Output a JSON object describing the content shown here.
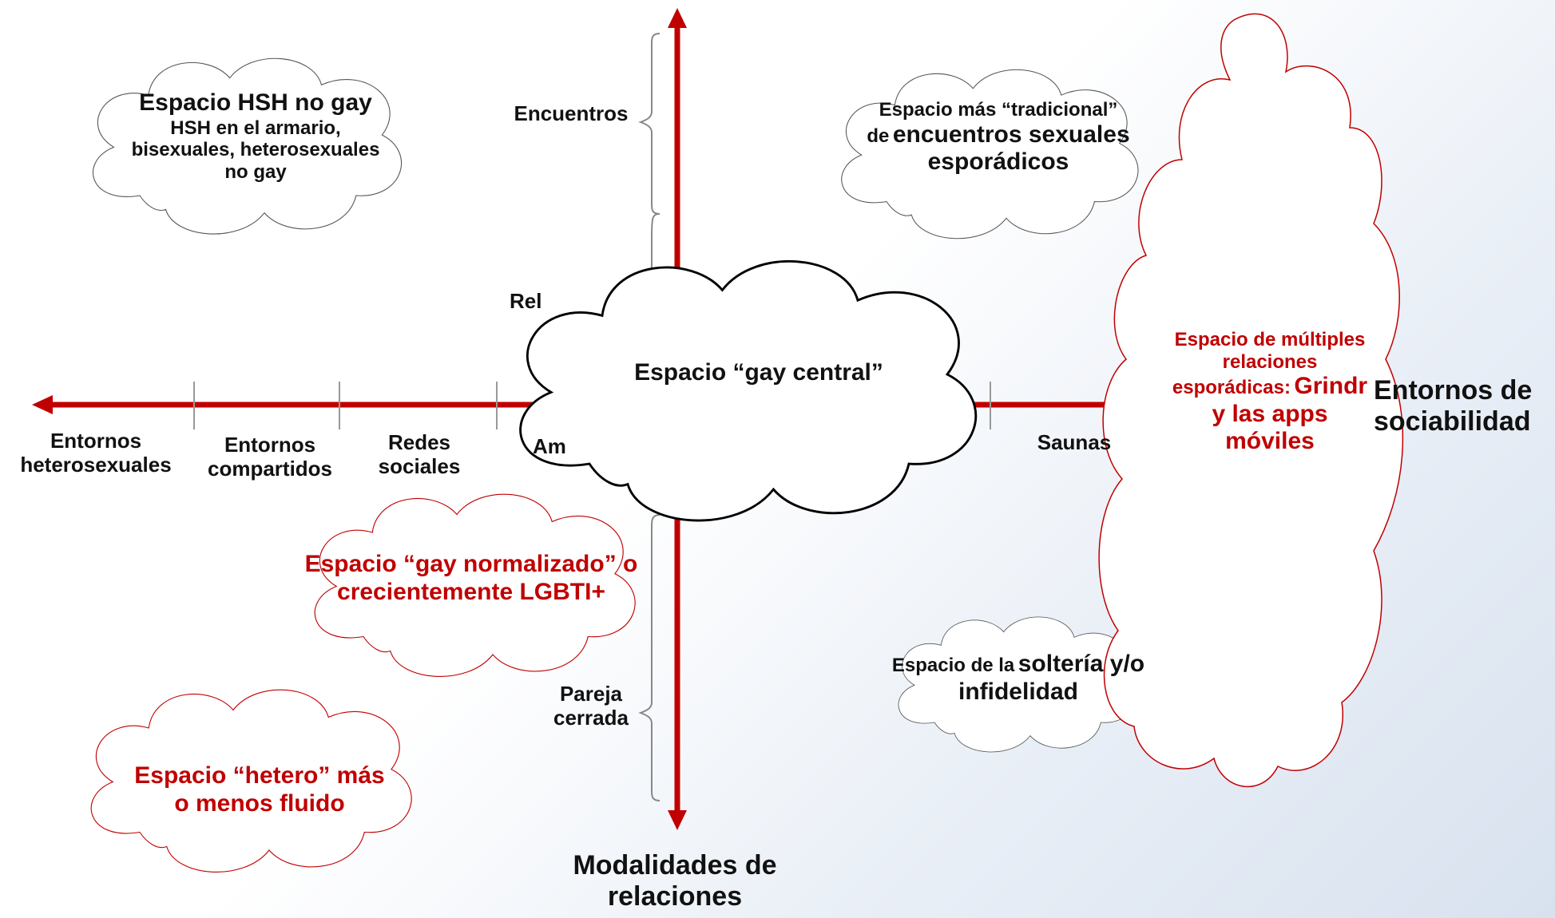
{
  "colors": {
    "axis": "#c00000",
    "red_text": "#c00000",
    "black_text": "#111111"
  },
  "x_axis": {
    "title_line1": "Entornos de",
    "title_line2": "sociabilidad",
    "ticks": [
      {
        "line1": "Entornos",
        "line2": "heterosexuales"
      },
      {
        "line1": "Entornos",
        "line2": "compartidos"
      },
      {
        "line1": "Redes",
        "line2": "sociales"
      },
      {
        "line1": "Am",
        "line2": ""
      },
      {
        "line1": "Saunas",
        "line2": ""
      }
    ]
  },
  "y_axis": {
    "title_line1": "Modalidades de",
    "title_line2": "relaciones",
    "ticks": [
      {
        "line1": "Encuentros",
        "line2": ""
      },
      {
        "line1": "Rel",
        "line2": ""
      },
      {
        "line1": "Pareja",
        "line2": "cerrada"
      }
    ]
  },
  "clouds": {
    "hsh": {
      "title": "Espacio HSH no gay",
      "line1": "HSH en el armario,",
      "line2": "bisexuales, heterosexuales",
      "line3": "no gay"
    },
    "tradicional": {
      "prefix": "Espacio más “tradicional”",
      "de": "de",
      "emph": "encuentros sexuales",
      "line3": "esporádicos"
    },
    "central": {
      "text": "Espacio “gay central”"
    },
    "apps": {
      "line1": "Espacio de múltiples",
      "line2": "relaciones",
      "line3a": "esporádicas:",
      "line3b": "Grindr",
      "line4": "y las apps",
      "line5": "móviles"
    },
    "normalizado": {
      "line1": "Espacio “gay normalizado” o",
      "line2": "crecientemente LGBTI+"
    },
    "solteria": {
      "prefix": "Espacio de la",
      "emph": "soltería y/o",
      "line2": "infidelidad"
    },
    "hetero": {
      "line1": "Espacio “hetero” más",
      "line2": "o menos fluido"
    }
  }
}
